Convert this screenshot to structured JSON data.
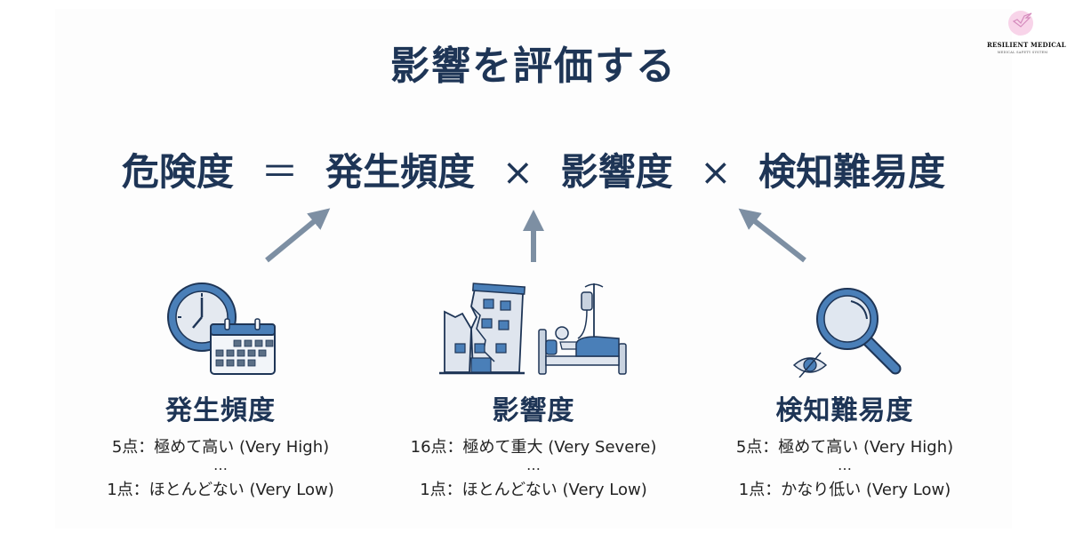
{
  "title": "影響を評価する",
  "formula": {
    "result": "危険度",
    "equals": "＝",
    "factor1": "発生頻度",
    "times1": "×",
    "factor2": "影響度",
    "times2": "×",
    "factor3": "検知難易度"
  },
  "logo": {
    "brand": "RESILIENT MEDICAL",
    "subtitle": "MEDICAL SAFETY SYSTEM",
    "icon": "bird-icon"
  },
  "factors": [
    {
      "name": "発生頻度",
      "icon": "clock-calendar-icon",
      "high": "5点：極めて高い (Very High)",
      "ellipsis": "…",
      "low": "1点：ほとんどない (Very Low)"
    },
    {
      "name": "影響度",
      "icon": "damaged-building-hospital-bed-icon",
      "high": "16点：極めて重大 (Very Severe)",
      "ellipsis": "…",
      "low": "1点：ほとんどない (Very Low)"
    },
    {
      "name": "検知難易度",
      "icon": "magnifier-hidden-eye-icon",
      "high": "5点：極めて高い (Very High)",
      "ellipsis": "…",
      "low": "1点：かなり低い (Very Low)"
    }
  ],
  "colors": {
    "navy": "#1e3556",
    "icon_blue": "#4a7fb8",
    "icon_light": "#dde6f0",
    "arrow_gray": "#7d8fa3"
  }
}
